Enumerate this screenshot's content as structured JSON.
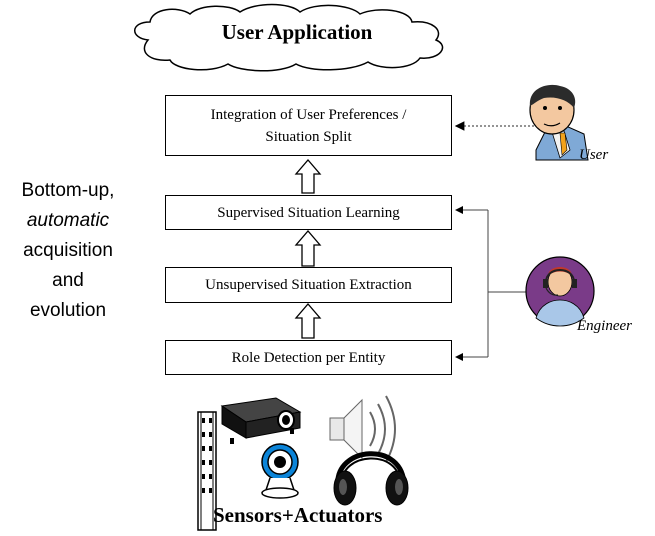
{
  "header": {
    "title": "User Application"
  },
  "pipeline": {
    "integration": {
      "line1": "Integration of User Preferences /",
      "line2": "Situation Split"
    },
    "supervised": "Supervised Situation Learning",
    "unsupervised": "Unsupervised Situation Extraction",
    "role_detection": "Role Detection per Entity"
  },
  "side_note": {
    "line1": "Bottom-up,",
    "line2": "automatic",
    "line3": "acquisition",
    "line4": "and",
    "line5": "evolution"
  },
  "actors": {
    "user": "User",
    "engineer": "Engineer"
  },
  "footer": {
    "label": "Sensors+Actuators"
  },
  "icons": [
    "cloud-icon",
    "user-person-icon",
    "engineer-person-icon",
    "projector-icon",
    "film-strip-icon",
    "webcam-icon",
    "speaker-icon",
    "headphones-icon"
  ]
}
